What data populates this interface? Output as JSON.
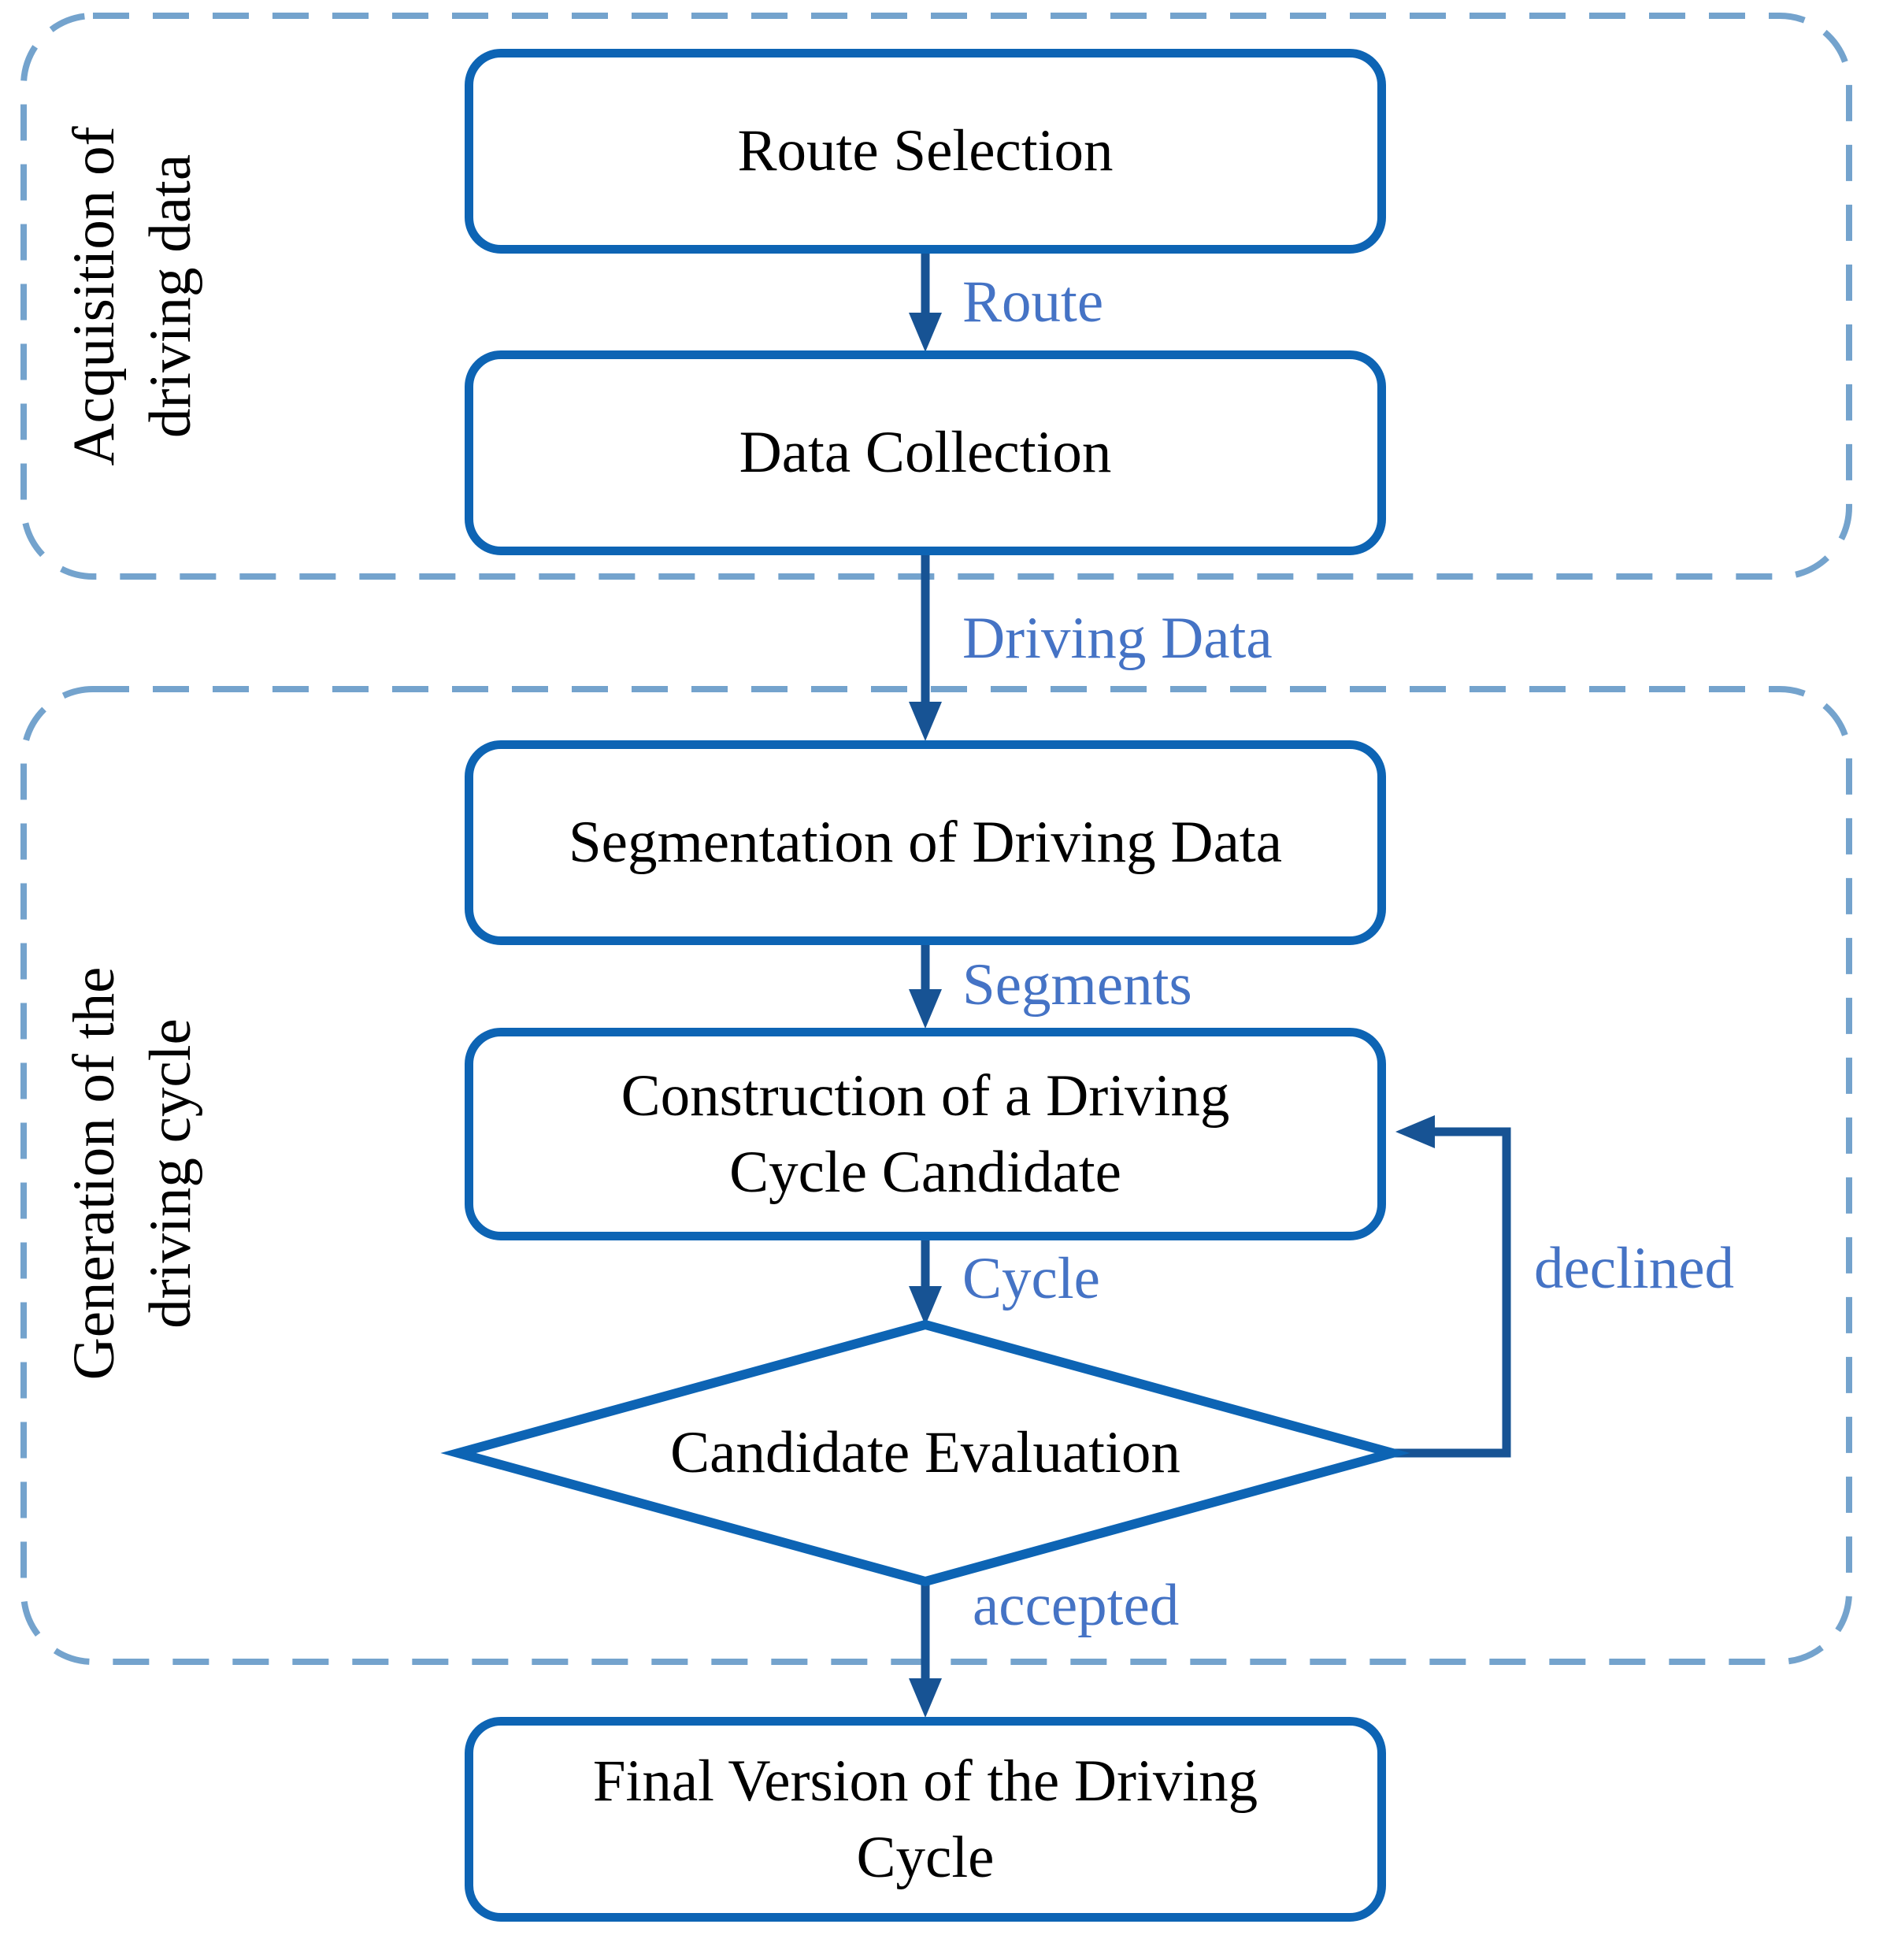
{
  "groups": {
    "acquisition": {
      "line1": "Acquisition of",
      "line2": "driving data"
    },
    "generation": {
      "line1": "Generation of the",
      "line2": "driving cycle"
    }
  },
  "nodes": {
    "route_selection": {
      "line1": "Route Selection"
    },
    "data_collection": {
      "line1": "Data Collection"
    },
    "segmentation": {
      "line1": "Segmentation of Driving Data"
    },
    "construction": {
      "line1": "Construction of a Driving",
      "line2": "Cycle Candidate"
    },
    "evaluation": {
      "line1": "Candidate Evaluation"
    },
    "final_version": {
      "line1": "Final Version of the Driving",
      "line2": "Cycle"
    }
  },
  "edges": {
    "route": "Route",
    "driving_data": "Driving Data",
    "segments": "Segments",
    "cycle": "Cycle",
    "declined": "declined",
    "accepted": "accepted"
  },
  "colors": {
    "node_border": "#0d64b4",
    "arrow": "#175394",
    "group_border": "#74a3cd",
    "edge_label": "#4573c5",
    "node_text": "#000000"
  }
}
